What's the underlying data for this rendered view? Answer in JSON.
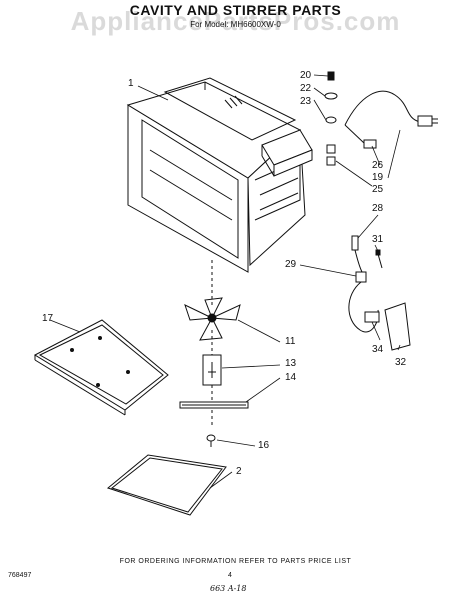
{
  "watermark": "AppliancePartsPros.com",
  "title": "CAVITY AND STIRRER PARTS",
  "subtitle": "For Model: MH6600XW-0",
  "footer_note": "FOR ORDERING INFORMATION REFER TO PARTS PRICE LIST",
  "doc_code": "768497",
  "page_number": "4",
  "handwritten_note": "663 A-18",
  "callouts": {
    "c1": "1",
    "c2": "2",
    "c11": "11",
    "c13": "13",
    "c14": "14",
    "c16": "16",
    "c17": "17",
    "c19": "19",
    "c20": "20",
    "c22": "22",
    "c23": "23",
    "c25": "25",
    "c26": "26",
    "c28": "28",
    "c29": "29",
    "c31": "31",
    "c32": "32",
    "c34": "34"
  },
  "colors": {
    "ink": "#111111",
    "watermark": "#9a9a9a"
  }
}
